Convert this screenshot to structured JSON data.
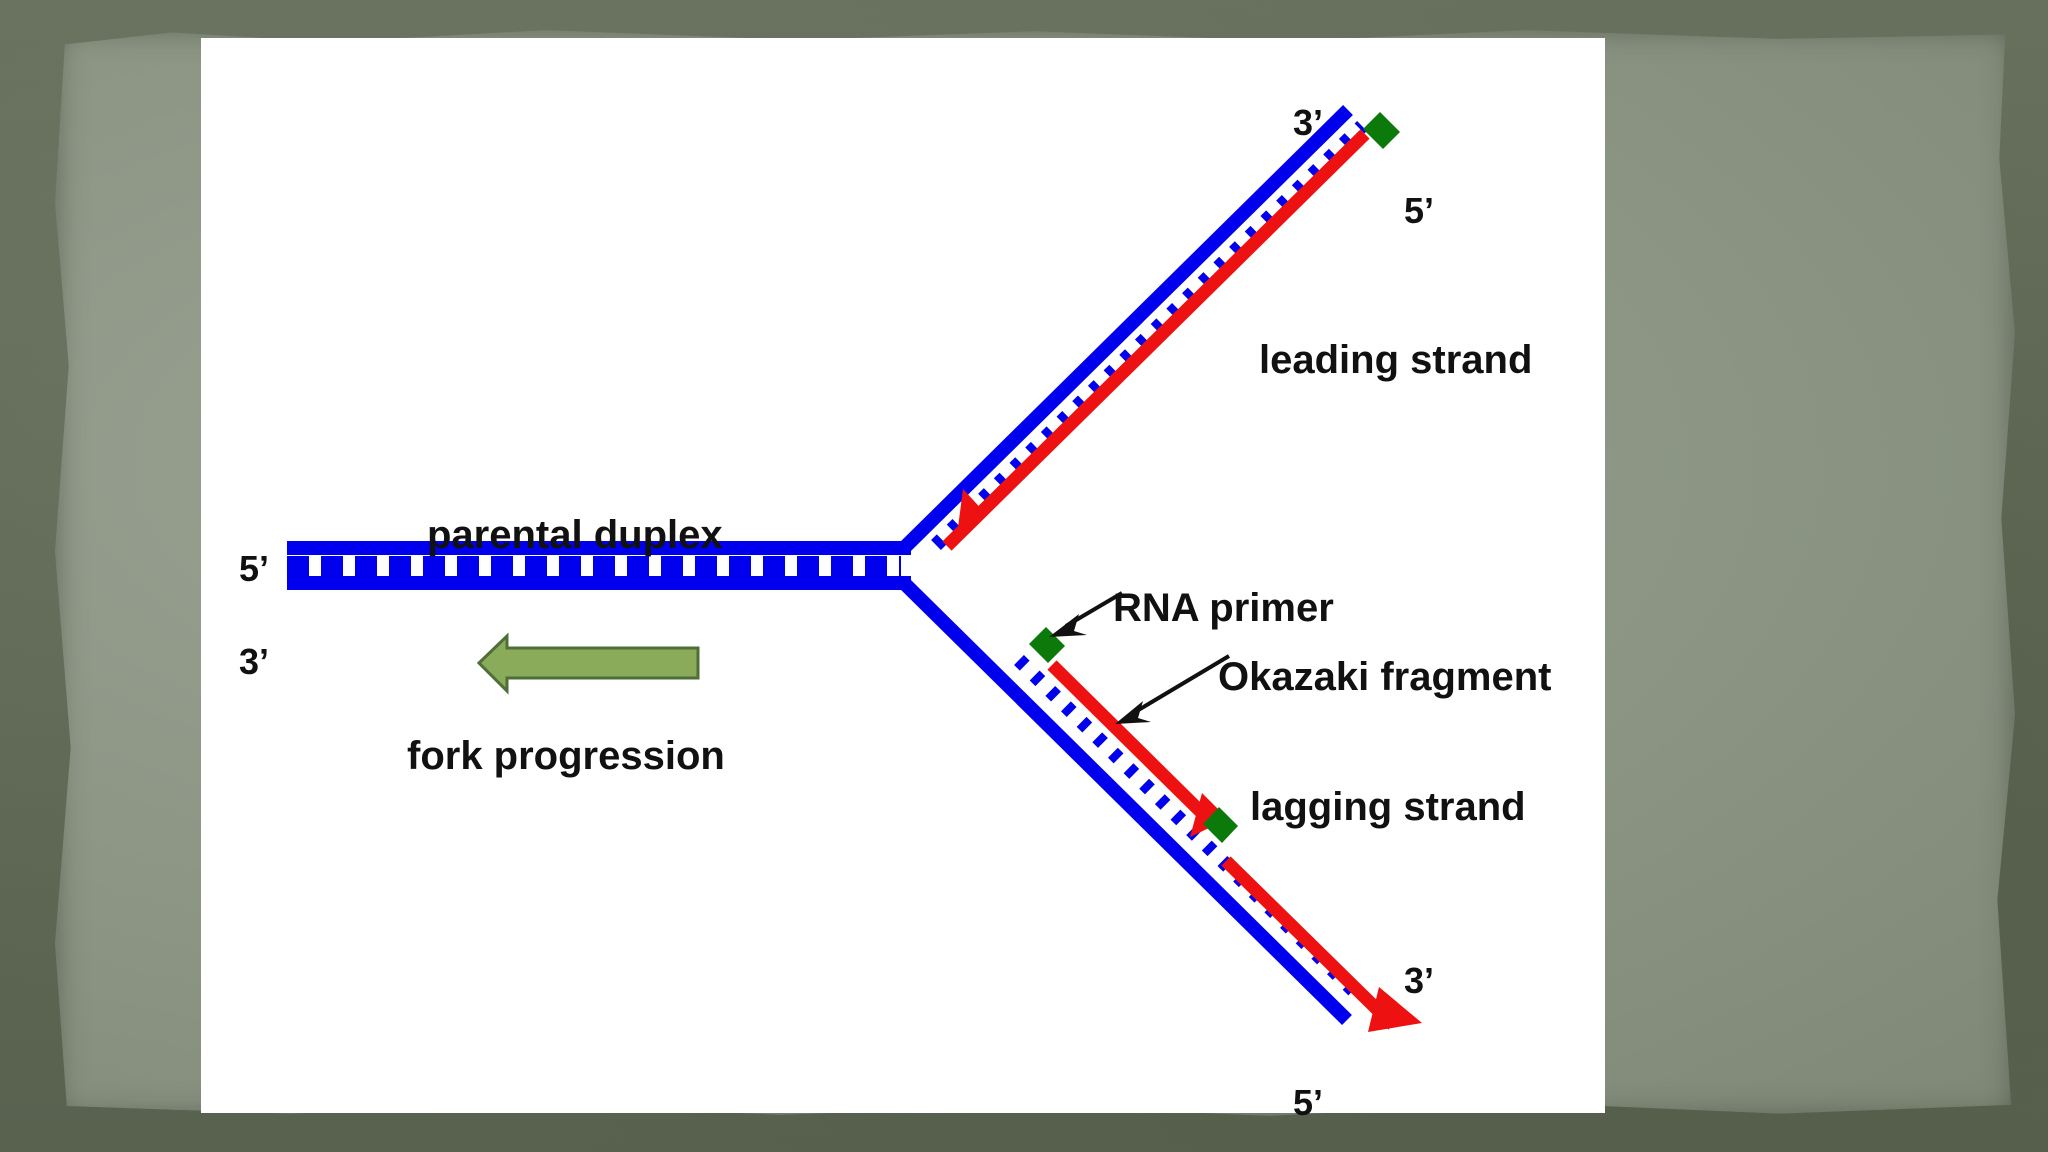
{
  "diagram": {
    "labels": {
      "parental_duplex": "parental duplex",
      "leading_strand": "leading strand",
      "rna_primer": "RNA primer",
      "okazaki_fragment": "Okazaki fragment",
      "lagging_strand": "lagging strand",
      "fork_progression": "fork progression"
    },
    "ends": {
      "duplex_top_left": "5’",
      "duplex_bottom_left": "3’",
      "leading_top": "3’",
      "leading_top_right": "5’",
      "lagging_right": "3’",
      "lagging_bottom": "5’"
    },
    "colors": {
      "parental_strand": "#0000ee",
      "new_strand": "#ee1111",
      "rna_primer": "#0b7a0b",
      "fork_arrow": "#8aab5a",
      "background": "#ffffff"
    }
  }
}
